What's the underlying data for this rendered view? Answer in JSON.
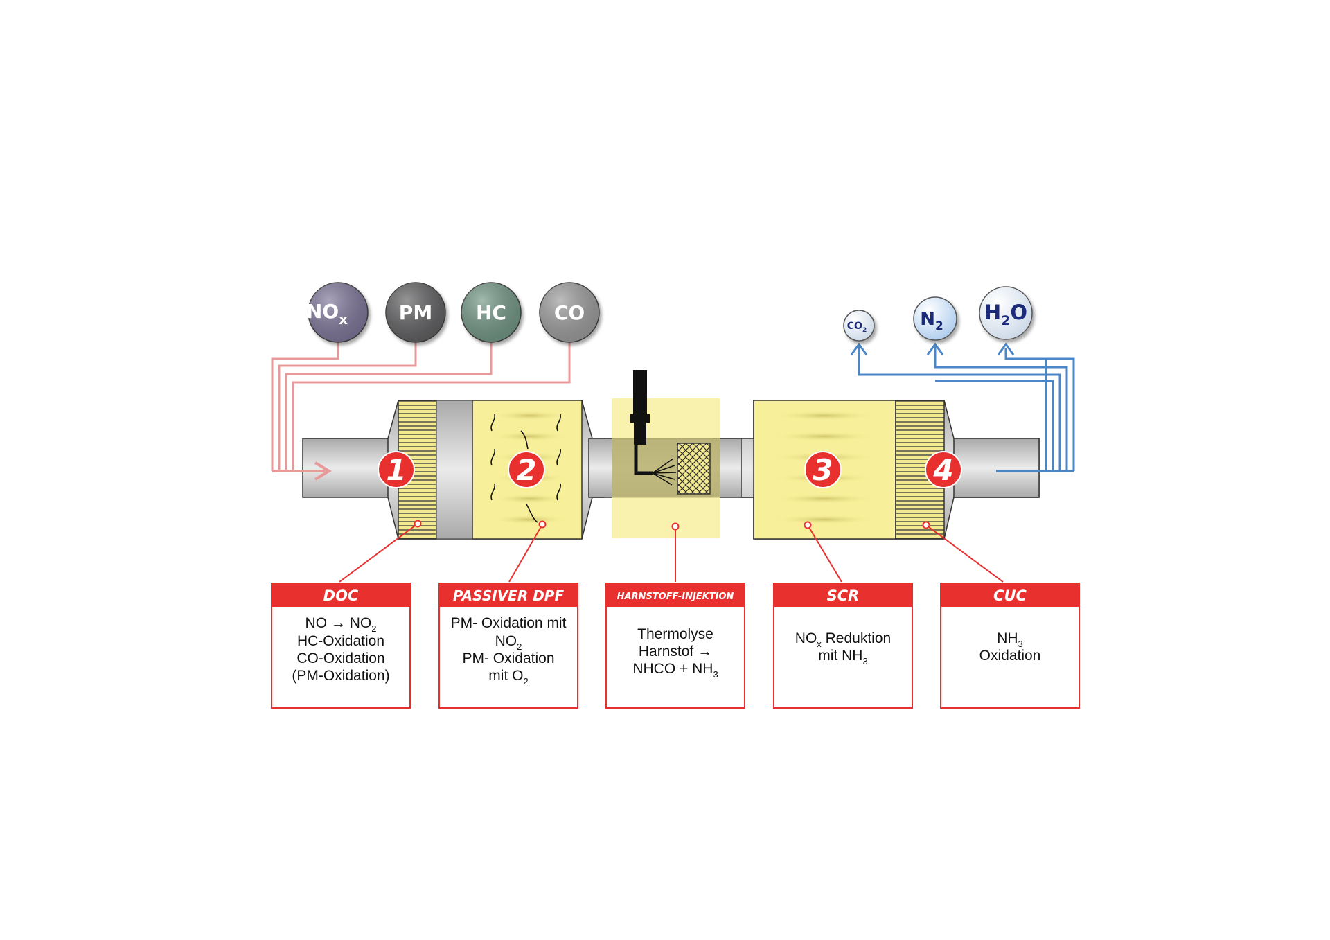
{
  "inputs": {
    "nox": {
      "main": "NO",
      "sub": "x"
    },
    "pm": "PM",
    "hc": "HC",
    "co": "CO"
  },
  "outputs": {
    "co2": {
      "main": "CO",
      "sub": "2"
    },
    "n2": {
      "main": "N",
      "sub": "2"
    },
    "h2o": {
      "main": "H",
      "sub": "2",
      "tail": "O"
    }
  },
  "stage_numbers": [
    "1",
    "2",
    "3",
    "4"
  ],
  "boxes": {
    "doc": {
      "title": "DOC",
      "lines": [
        "NO → NO",
        "HC-Oxidation",
        "CO-Oxidation",
        "(PM-Oxidation)"
      ],
      "line1_sub": "2"
    },
    "dpf": {
      "title": "PASSIVER DPF",
      "line1": "PM- Oxidation mit",
      "line2": "NO",
      "line2_sub": "2",
      "line3": "PM- Oxidation",
      "line4": "mit  O",
      "line4_sub": "2"
    },
    "harnstoff": {
      "title": "HARNSTOFF-INJEKTION",
      "line1": "Thermolyse",
      "line2": "Harnstof →",
      "line3": "NHCO + NH",
      "line3_sub": "3"
    },
    "scr": {
      "title": "SCR",
      "line1": "NO",
      "line1_sub": "x",
      "line1_tail": "  Reduktion",
      "line2": "mit NH",
      "line2_sub": "3"
    },
    "cuc": {
      "title": "CUC",
      "line1": "NH",
      "line1_sub": "3",
      "line2": "Oxidation"
    }
  },
  "colors": {
    "input_line": "#e89a9a",
    "output_line": "#4a86c8",
    "red": "#e8302f",
    "yellow": "#f8ef9a",
    "pipe_gray": "#bdbdbd",
    "nox": "#7b7397",
    "pm": "#5d5d5f",
    "hc": "#6f9483",
    "co": "#9a9a9a"
  }
}
